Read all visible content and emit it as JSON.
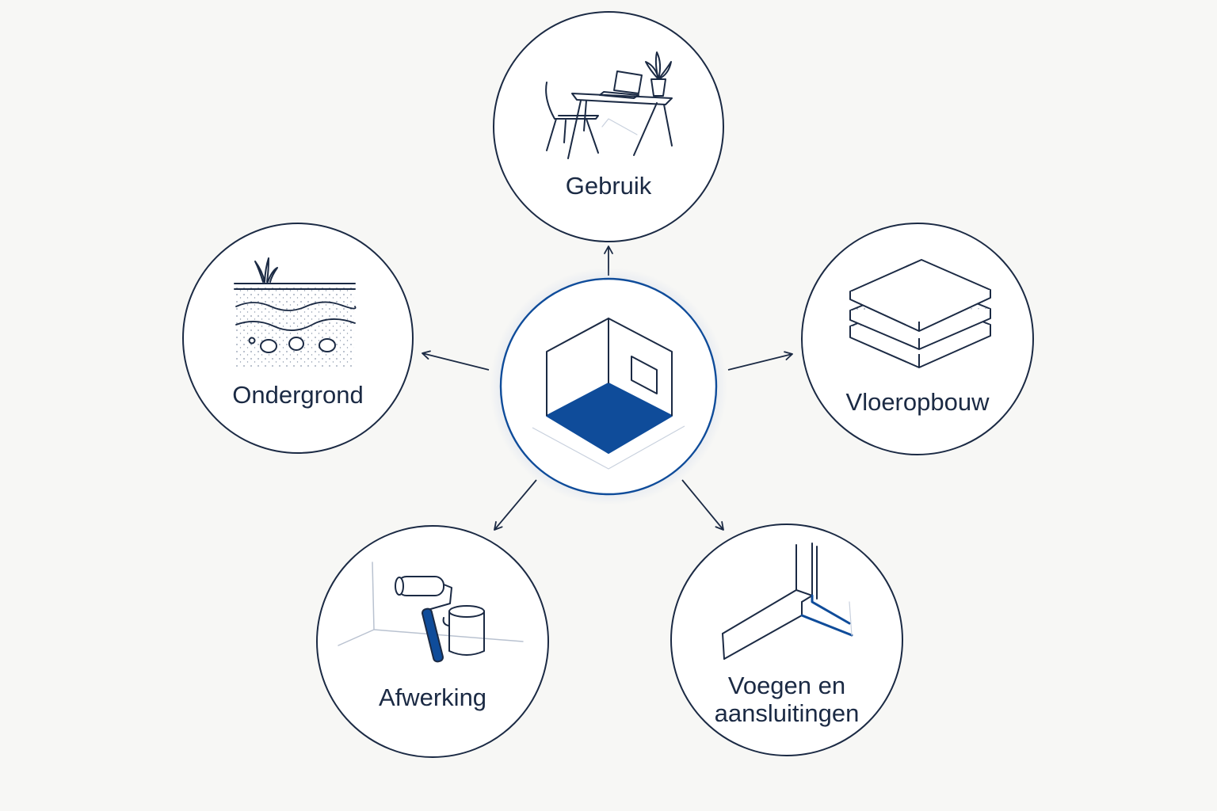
{
  "colors": {
    "background": "#f7f7f5",
    "ink": "#1b2a44",
    "accent": "#0f4c9a",
    "circle_fill": "#ffffff"
  },
  "center": {
    "icon": "room-floor-icon"
  },
  "nodes": [
    {
      "id": "gebruik",
      "label_lines": [
        "Gebruik"
      ],
      "icon": "desk-chair-icon"
    },
    {
      "id": "vloeropbouw",
      "label_lines": [
        "Vloeropbouw"
      ],
      "icon": "floor-layers-icon"
    },
    {
      "id": "voegen",
      "label_lines": [
        "Voegen en",
        "aansluitingen"
      ],
      "icon": "wall-joint-icon"
    },
    {
      "id": "afwerking",
      "label_lines": [
        "Afwerking"
      ],
      "icon": "paint-roller-icon"
    },
    {
      "id": "ondergrond",
      "label_lines": [
        "Ondergrond"
      ],
      "icon": "soil-layers-icon"
    }
  ]
}
